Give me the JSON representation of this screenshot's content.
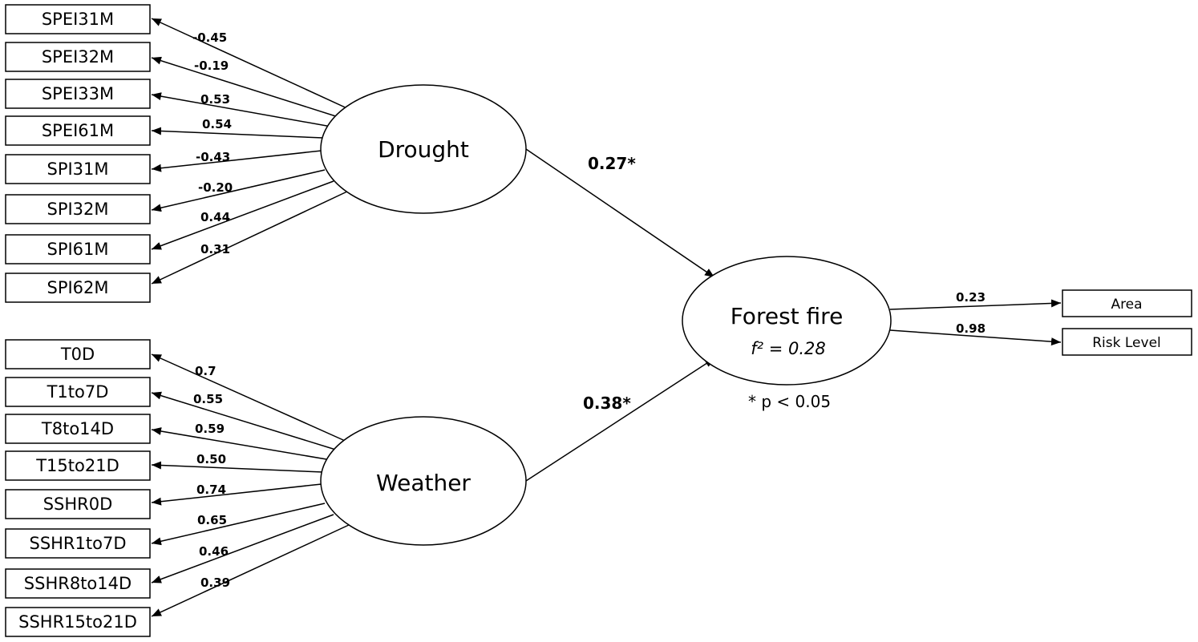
{
  "latents": {
    "drought": "Drought",
    "weather": "Weather",
    "forest_fire": "Forest fire",
    "f2": "f² = 0.28"
  },
  "drought_indicators": [
    {
      "label": "SPEI31M",
      "loading": "-0.45"
    },
    {
      "label": "SPEI32M",
      "loading": "-0.19"
    },
    {
      "label": "SPEI33M",
      "loading": "0.53"
    },
    {
      "label": "SPEI61M",
      "loading": "0.54"
    },
    {
      "label": "SPI31M",
      "loading": "-0.43"
    },
    {
      "label": "SPI32M",
      "loading": "-0.20"
    },
    {
      "label": "SPI61M",
      "loading": "0.44"
    },
    {
      "label": "SPI62M",
      "loading": "0.31"
    }
  ],
  "weather_indicators": [
    {
      "label": "T0D",
      "loading": "0.7"
    },
    {
      "label": "T1to7D",
      "loading": "0.55"
    },
    {
      "label": "T8to14D",
      "loading": "0.59"
    },
    {
      "label": "T15to21D",
      "loading": "0.50"
    },
    {
      "label": "SSHR0D",
      "loading": "0.74"
    },
    {
      "label": "SSHR1to7D",
      "loading": "0.65"
    },
    {
      "label": "SSHR8to14D",
      "loading": "0.46"
    },
    {
      "label": "SSHR15to21D",
      "loading": "0.39"
    }
  ],
  "outcomes": [
    {
      "label": "Area",
      "loading": "0.23"
    },
    {
      "label": "Risk Level",
      "loading": "0.98"
    }
  ],
  "paths": {
    "drought_to_fire": "0.27*",
    "weather_to_fire": "0.38*"
  },
  "note": "* p < 0.05"
}
